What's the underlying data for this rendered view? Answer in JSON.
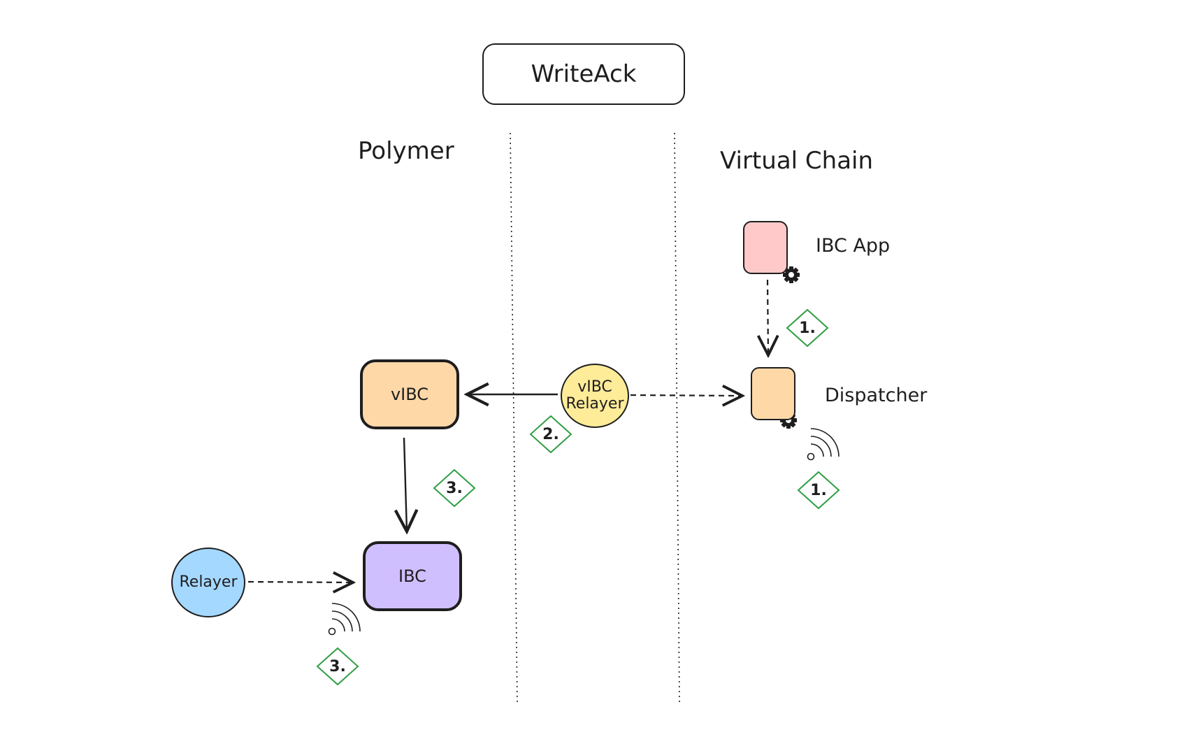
{
  "title": "WriteAck",
  "columns": {
    "left": "Polymer",
    "right": "Virtual Chain"
  },
  "nodes": {
    "ibc_app": "IBC App",
    "dispatcher": "Dispatcher",
    "vibc": "vIBC",
    "vibc_relayer_line1": "vIBC",
    "vibc_relayer_line2": "Relayer",
    "ibc": "IBC",
    "relayer": "Relayer"
  },
  "steps": {
    "step_app_dispatcher": "1.",
    "step_dispatcher_event": "1.",
    "step_relayer_vibc": "2.",
    "step_vibc_ibc": "3.",
    "step_ibc_event": "3."
  },
  "colors": {
    "ibc_app_fill": "#ffc9c9",
    "dispatcher_fill": "#ffd8a8",
    "vibc_fill": "#ffd8a8",
    "vibc_relayer_fill": "#ffec99",
    "ibc_fill": "#d0bfff",
    "relayer_fill": "#a5d8ff",
    "step_badge": "#2f9e44",
    "stroke": "#1e1e1e"
  }
}
